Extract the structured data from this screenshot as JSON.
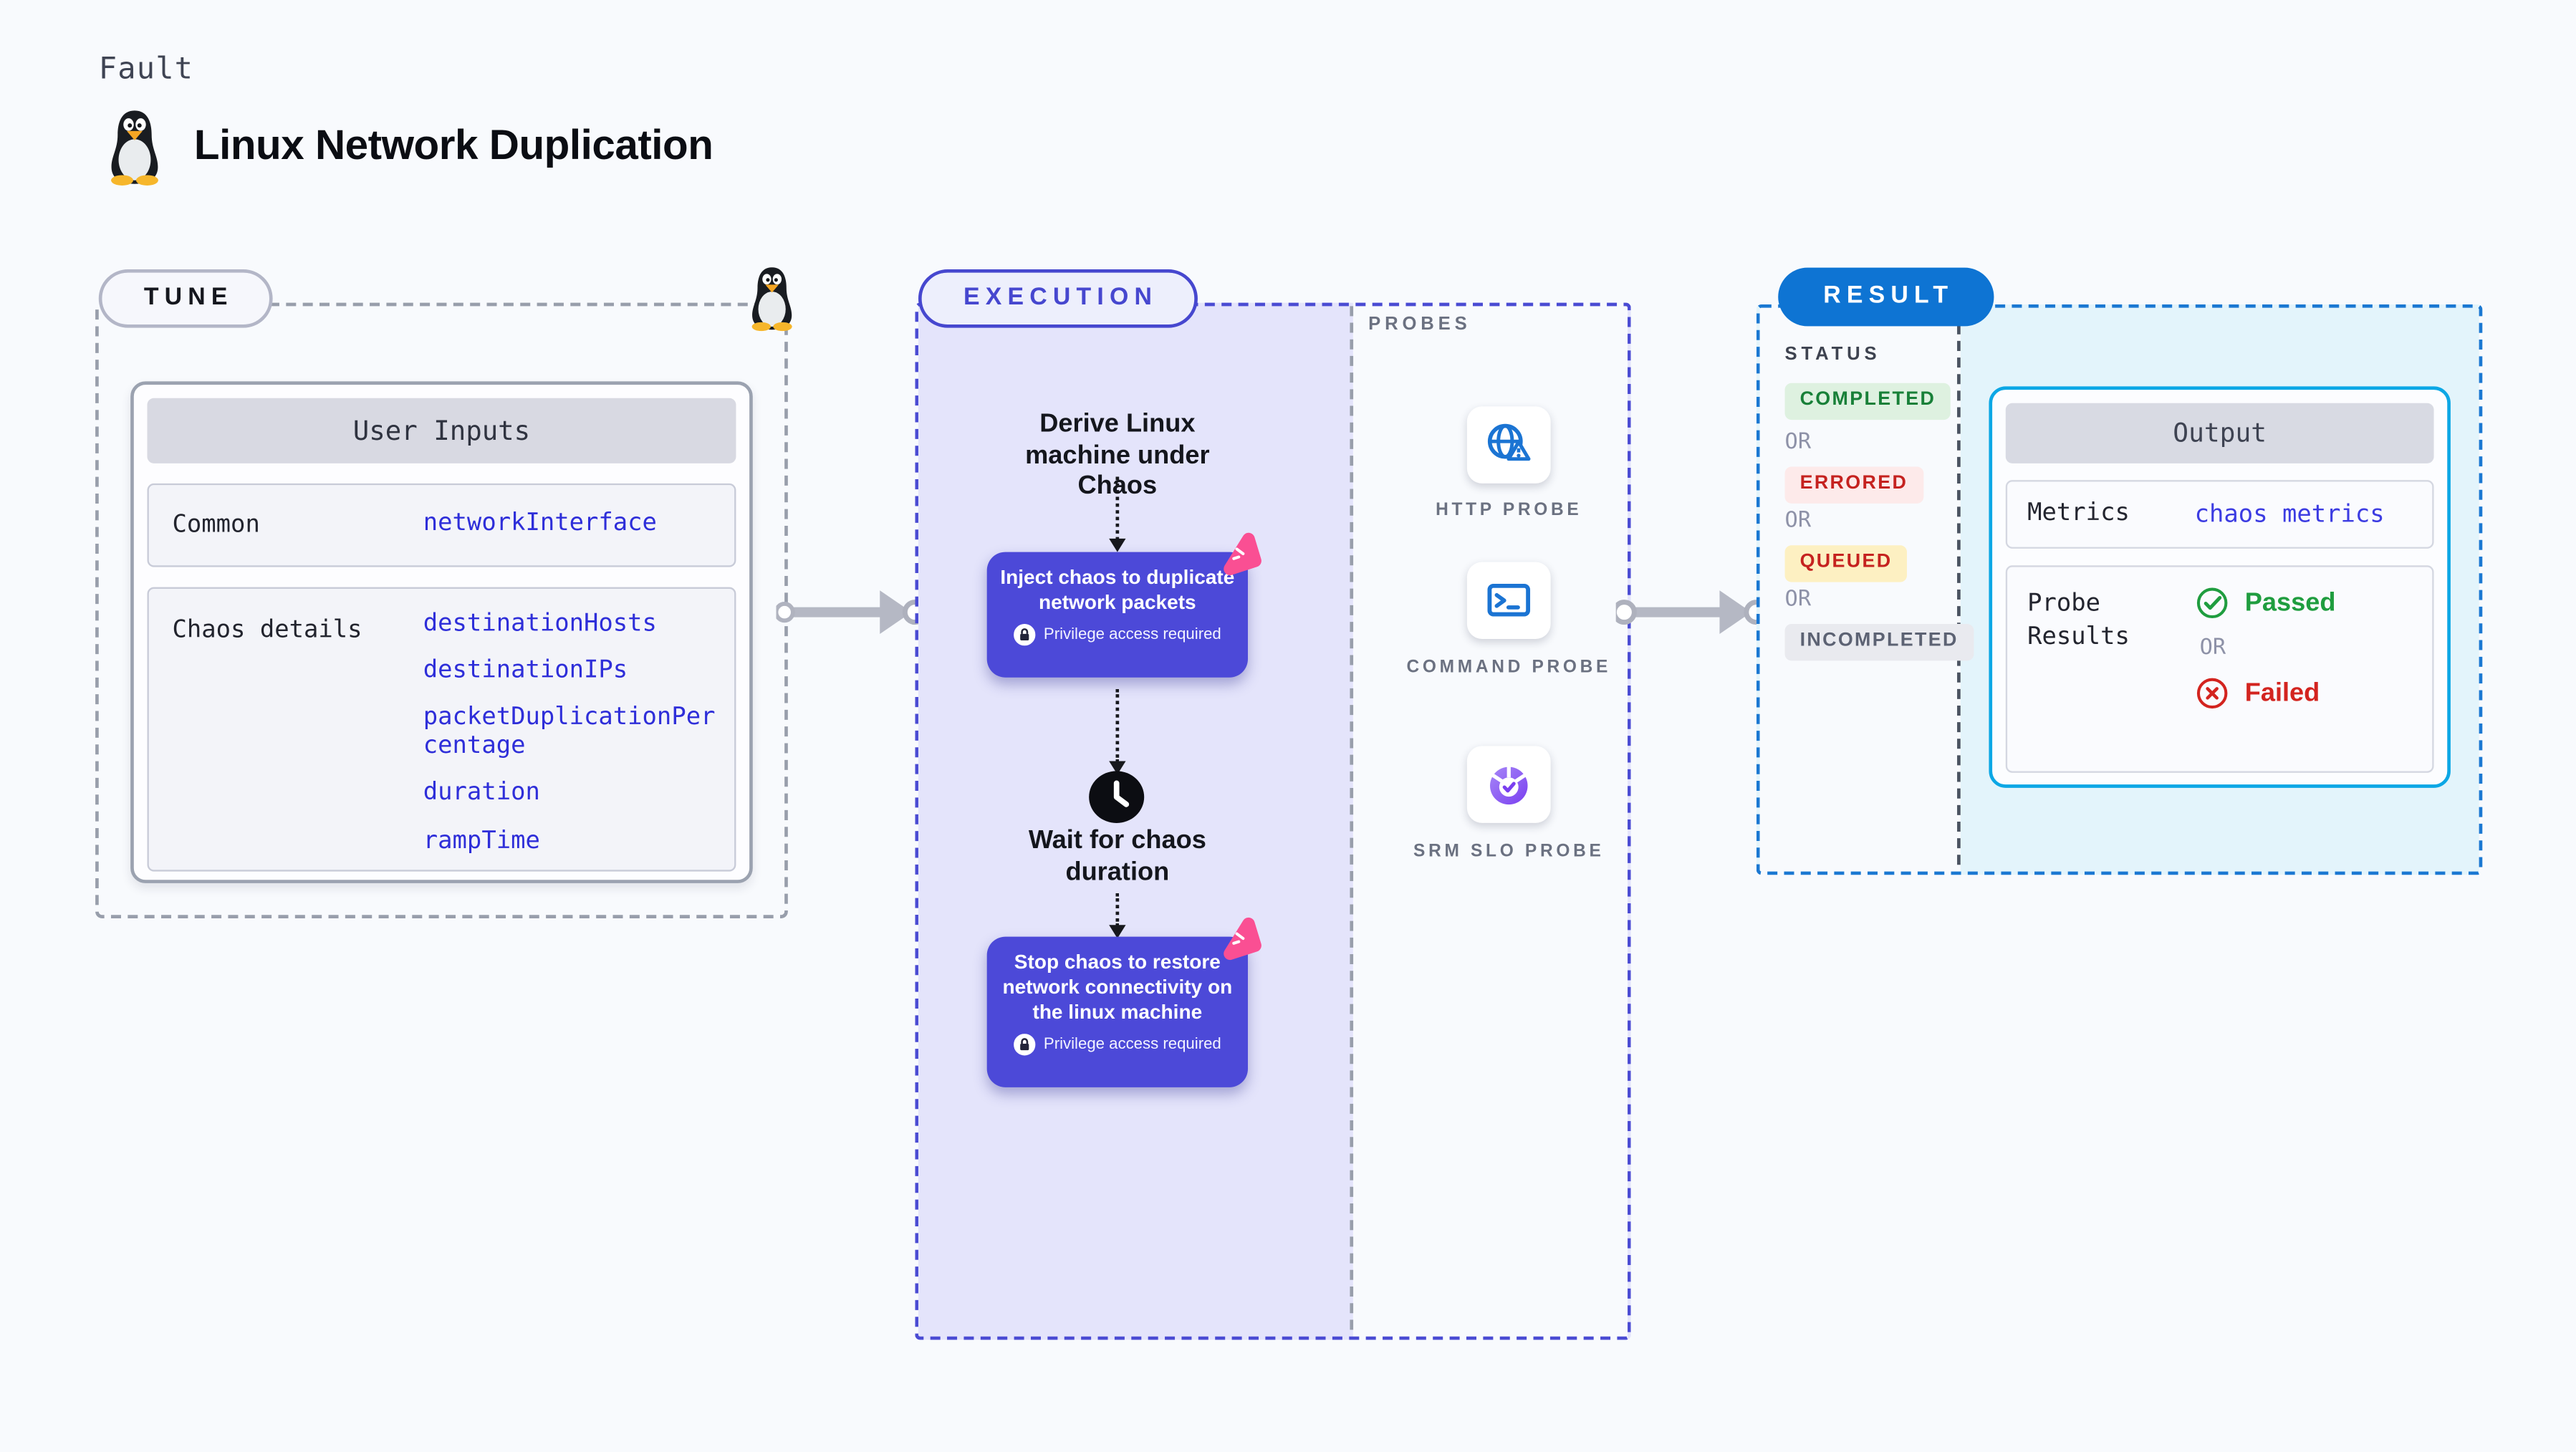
{
  "page": {
    "kicker": "Fault",
    "title": "Linux Network Duplication"
  },
  "tune": {
    "badge": "TUNE",
    "card_title": "User Inputs",
    "rows": [
      {
        "label": "Common",
        "values": [
          "networkInterface"
        ]
      },
      {
        "label": "Chaos details",
        "values": [
          "destinationHosts",
          "destinationIPs",
          "packetDuplicationPercentage",
          "duration",
          "rampTime"
        ]
      }
    ]
  },
  "execution": {
    "badge": "EXECUTION",
    "privilege_label": "Privilege access required",
    "steps": {
      "derive": "Derive Linux machine under Chaos",
      "inject": "Inject chaos to duplicate network packets",
      "wait": "Wait for chaos duration",
      "stop": "Stop chaos to restore network connectivity on the linux machine"
    }
  },
  "probes": {
    "label": "PROBES",
    "items": [
      {
        "name": "HTTP PROBE",
        "icon": "globe-alert-icon"
      },
      {
        "name": "COMMAND PROBE",
        "icon": "terminal-icon"
      },
      {
        "name": "SRM SLO PROBE",
        "icon": "slo-pie-check-icon"
      }
    ]
  },
  "result": {
    "badge": "RESULT",
    "status_label": "STATUS",
    "or_label": "OR",
    "statuses": [
      {
        "label": "COMPLETED",
        "fg": "#188038",
        "bg": "#def1e0"
      },
      {
        "label": "ERRORED",
        "fg": "#c5221f",
        "bg": "#fdeaea"
      },
      {
        "label": "QUEUED",
        "fg": "#c5221f",
        "bg": "#fdf0c2"
      },
      {
        "label": "INCOMPLETED",
        "fg": "#5c6273",
        "bg": "#e9eaef"
      }
    ],
    "output": {
      "title": "Output",
      "metrics_label": "Metrics",
      "metrics_value": "chaos metrics",
      "probe_results_label": "Probe Results",
      "or_label": "OR",
      "passed_label": "Passed",
      "failed_label": "Failed"
    }
  },
  "colors": {
    "page_bg": "#f8fafd",
    "accent_indigo": "#4647cf",
    "node_indigo": "#4c49d8",
    "lavender_fill": "#e4e4fb",
    "accent_blue": "#0e74d3",
    "cyan_border": "#0ca7e5",
    "cyan_fill": "#e3f4fb",
    "link_blue": "#2e2ed9",
    "pink": "#fa4f93",
    "probe_blue": "#1b74d3",
    "probe_purple": "#7a3ff0",
    "green": "#1f9d3f",
    "red": "#d3241f",
    "gray_dash": "#989eab",
    "arrow_gray": "#b5b8c4"
  }
}
